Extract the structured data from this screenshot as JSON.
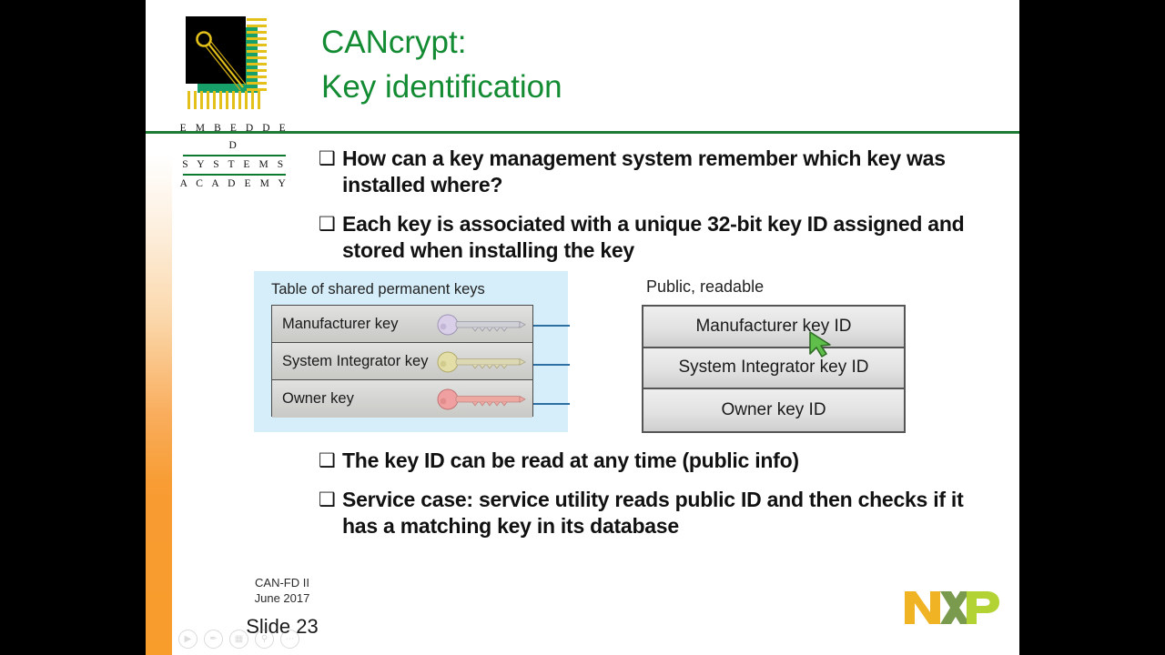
{
  "slide": {
    "title_line1": "CANcrypt:",
    "title_line2": "Key identification",
    "title_color": "#138B32",
    "accent_rule_color": "#1E7B34",
    "sidebar_accent_color": "#F89C2C"
  },
  "logo": {
    "word1": "E M B E D D E D",
    "word2": "S Y S T E M S",
    "word3": "A C A D E M Y",
    "chip_icon": "embedded-chip-key-logo"
  },
  "bullets_top": [
    {
      "marker": "❑",
      "text": "How can a key management system remember which key was installed where?"
    },
    {
      "marker": "❑",
      "text": "Each key is associated with a unique 32-bit key ID assigned and stored when installing the key"
    }
  ],
  "bullets_bottom": [
    {
      "marker": "❑",
      "text": "The key ID can be read at any time (public info)"
    },
    {
      "marker": "❑",
      "text": "Service case: service utility reads public ID and then checks if it has a matching key in its database"
    }
  ],
  "diagram": {
    "left_caption": "Table of shared permanent keys",
    "left_panel_color": "#D5EEF9",
    "left_rows": [
      {
        "label": "Manufacturer key",
        "key_color": "#D9CFE8",
        "key_icon": "key-icon"
      },
      {
        "label": "System Integrator key",
        "key_color": "#E3DEA8",
        "key_icon": "key-icon"
      },
      {
        "label": "Owner key",
        "key_color": "#F0A0A0",
        "key_icon": "key-icon"
      }
    ],
    "right_caption": "Public, readable",
    "right_rows": [
      {
        "label": "Manufacturer key ID"
      },
      {
        "label": "System Integrator key ID"
      },
      {
        "label": "Owner key ID"
      }
    ],
    "connector_color": "#2E6FA3",
    "cursor_icon": "green-pointer-cursor",
    "cursor_color": "#5FBF4A"
  },
  "footer": {
    "event": "CAN-FD II",
    "date": "June 2017",
    "slide_label": "Slide 23",
    "brand_logo": "nxp-logo",
    "brand_text": "NXP"
  },
  "presenter_controls": [
    {
      "name": "pointer-options-button",
      "glyph": "▶"
    },
    {
      "name": "pen-tool-button",
      "glyph": "✒"
    },
    {
      "name": "all-slides-button",
      "glyph": "▦"
    },
    {
      "name": "zoom-button",
      "glyph": "⚲"
    },
    {
      "name": "more-options-button",
      "glyph": "⋯"
    }
  ]
}
